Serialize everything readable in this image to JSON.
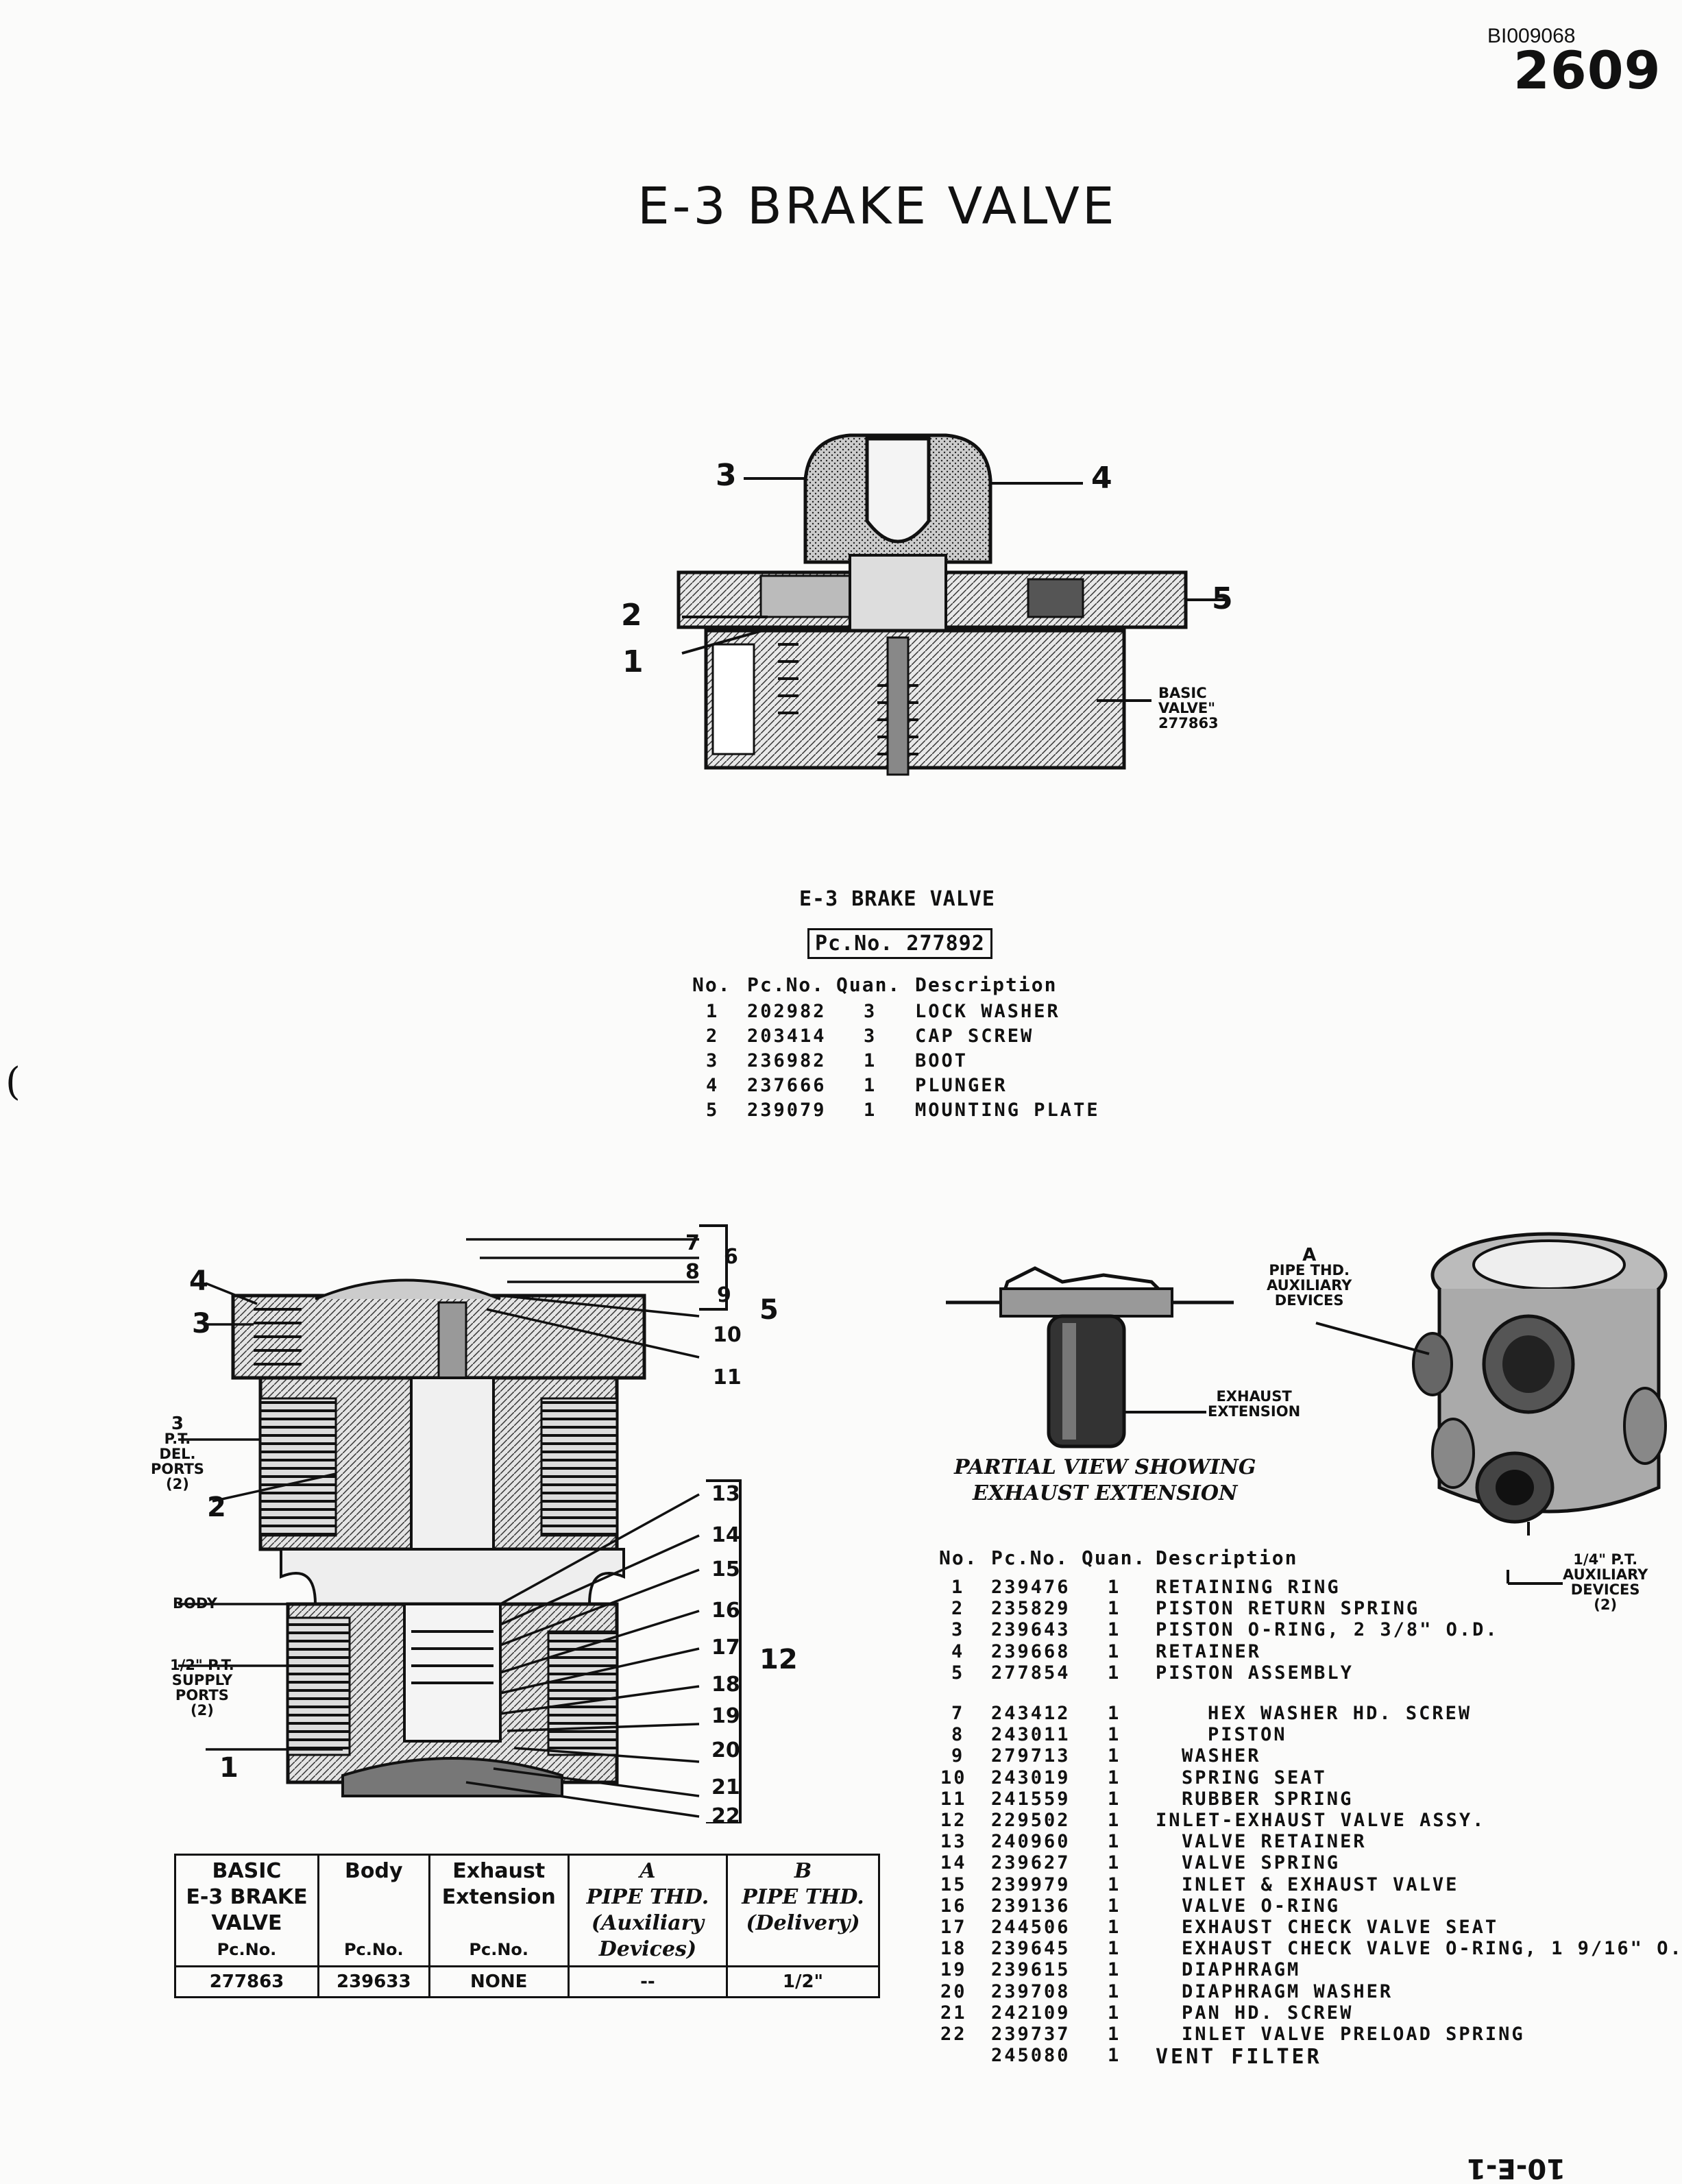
{
  "header": {
    "doc_id": "BI009068",
    "page_number": "2609"
  },
  "title": "E-3 BRAKE VALVE",
  "figure1": {
    "callouts": [
      "1",
      "2",
      "3",
      "4",
      "5"
    ],
    "basic_valve_label": [
      "BASIC",
      "VALVE\"",
      "277863"
    ]
  },
  "parts_list_1": {
    "caption": "E-3 BRAKE VALVE",
    "pc_no_box": "Pc.No. 277892",
    "headers": {
      "no": "No.",
      "pc_no": "Pc.No.",
      "quan": "Quan.",
      "desc": "Description"
    },
    "rows": [
      {
        "no": "1",
        "pc": "202982",
        "qty": "3",
        "desc": "LOCK WASHER"
      },
      {
        "no": "2",
        "pc": "203414",
        "qty": "3",
        "desc": "CAP SCREW"
      },
      {
        "no": "3",
        "pc": "236982",
        "qty": "1",
        "desc": "BOOT"
      },
      {
        "no": "4",
        "pc": "237666",
        "qty": "1",
        "desc": "PLUNGER"
      },
      {
        "no": "5",
        "pc": "239079",
        "qty": "1",
        "desc": "MOUNTING PLATE"
      }
    ]
  },
  "figure2": {
    "labels": {
      "del_ports": [
        "3",
        "P.T.",
        "DEL.",
        "PORTS",
        "(2)"
      ],
      "body": "BODY",
      "supply_ports": [
        "1/2\" P.T.",
        "SUPPLY",
        "PORTS",
        "(2)"
      ]
    }
  },
  "figure3": {
    "exhaust_label": [
      "EXHAUST",
      "EXTENSION"
    ],
    "caption": [
      "PARTIAL VIEW SHOWING",
      "EXHAUST EXTENSION"
    ]
  },
  "figure4": {
    "label_a": [
      "A",
      "PIPE THD.",
      "AUXILIARY",
      "DEVICES"
    ],
    "label_b": [
      "1/4\" P.T.",
      "AUXILIARY",
      "DEVICES",
      "(2)"
    ]
  },
  "basic_table": {
    "headers": [
      {
        "lines": [
          "BASIC",
          "E-3 BRAKE",
          "VALVE"
        ],
        "sub": "Pc.No."
      },
      {
        "lines": [
          "Body"
        ],
        "sub": "Pc.No."
      },
      {
        "lines": [
          "Exhaust",
          "Extension"
        ],
        "sub": "Pc.No."
      },
      {
        "lines": [
          "A",
          "PIPE THD.",
          "(Auxiliary",
          "Devices)"
        ],
        "sub": ""
      },
      {
        "lines": [
          "B",
          "PIPE THD.",
          "(Delivery)"
        ],
        "sub": ""
      }
    ],
    "row": [
      "277863",
      "239633",
      "NONE",
      "--",
      "1/2\""
    ]
  },
  "parts_list_2": {
    "headers": {
      "no": "No.",
      "pc_no": "Pc.No.",
      "quan": "Quan.",
      "desc": "Description"
    },
    "rows": [
      {
        "no": "1",
        "pc": "239476",
        "qty": "1",
        "desc": "RETAINING RING"
      },
      {
        "no": "2",
        "pc": "235829",
        "qty": "1",
        "desc": "PISTON RETURN SPRING"
      },
      {
        "no": "3",
        "pc": "239643",
        "qty": "1",
        "desc": "PISTON O-RING, 2 3/8\" O.D."
      },
      {
        "no": "4",
        "pc": "239668",
        "qty": "1",
        "desc": "RETAINER"
      },
      {
        "no": "5",
        "pc": "277854",
        "qty": "1",
        "desc": "PISTON ASSEMBLY"
      },
      {
        "no": "7",
        "pc": "243412",
        "qty": "1",
        "desc": "HEX WASHER HD. SCREW",
        "indent": 2
      },
      {
        "no": "8",
        "pc": "243011",
        "qty": "1",
        "desc": "PISTON",
        "indent": 2
      },
      {
        "no": "9",
        "pc": "279713",
        "qty": "1",
        "desc": "WASHER",
        "indent": 1
      },
      {
        "no": "10",
        "pc": "243019",
        "qty": "1",
        "desc": "SPRING SEAT",
        "indent": 1
      },
      {
        "no": "11",
        "pc": "241559",
        "qty": "1",
        "desc": "RUBBER SPRING",
        "indent": 1
      },
      {
        "no": "12",
        "pc": "229502",
        "qty": "1",
        "desc": "INLET-EXHAUST VALVE ASSY."
      },
      {
        "no": "13",
        "pc": "240960",
        "qty": "1",
        "desc": "VALVE RETAINER",
        "indent": 1
      },
      {
        "no": "14",
        "pc": "239627",
        "qty": "1",
        "desc": "VALVE SPRING",
        "indent": 1
      },
      {
        "no": "15",
        "pc": "239979",
        "qty": "1",
        "desc": "INLET & EXHAUST VALVE",
        "indent": 1
      },
      {
        "no": "16",
        "pc": "239136",
        "qty": "1",
        "desc": "VALVE O-RING",
        "indent": 1
      },
      {
        "no": "17",
        "pc": "244506",
        "qty": "1",
        "desc": "EXHAUST CHECK VALVE SEAT",
        "indent": 1
      },
      {
        "no": "18",
        "pc": "239645",
        "qty": "1",
        "desc": "EXHAUST CHECK VALVE O-RING, 1 9/16\" O.",
        "indent": 1
      },
      {
        "no": "19",
        "pc": "239615",
        "qty": "1",
        "desc": "DIAPHRAGM",
        "indent": 1
      },
      {
        "no": "20",
        "pc": "239708",
        "qty": "1",
        "desc": "DIAPHRAGM WASHER",
        "indent": 1
      },
      {
        "no": "21",
        "pc": "242109",
        "qty": "1",
        "desc": "PAN HD. SCREW",
        "indent": 1
      },
      {
        "no": "22",
        "pc": "239737",
        "qty": "1",
        "desc": "INLET VALVE PRELOAD SPRING",
        "indent": 1
      },
      {
        "no": "",
        "pc": "245080",
        "qty": "1",
        "desc": "VENT FILTER"
      }
    ]
  },
  "footer": {
    "mark": "10-E-1"
  }
}
